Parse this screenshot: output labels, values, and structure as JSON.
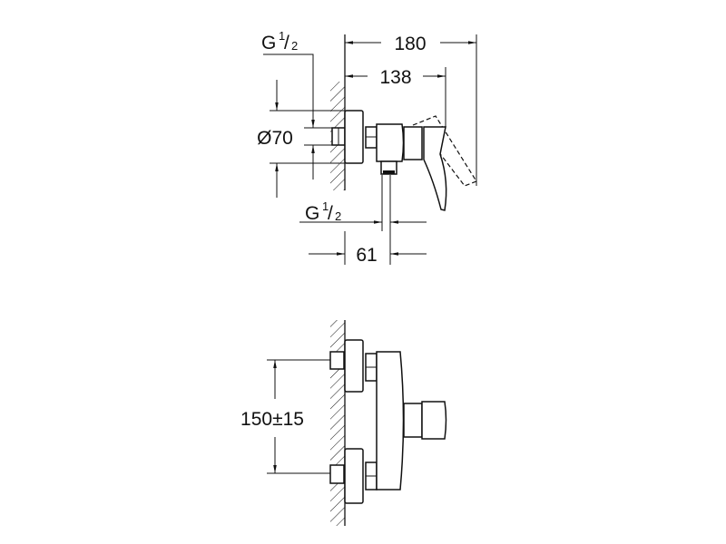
{
  "side_view": {
    "dim_overall": "180",
    "dim_lever": "138",
    "dim_diameter": "Ø70",
    "dim_outlet_offset": "61",
    "thread_inlet": {
      "main": "G",
      "num": "1",
      "den": "2"
    },
    "thread_outlet": {
      "main": "G",
      "num": "1",
      "den": "2"
    }
  },
  "front_view": {
    "dim_centers": "150±15"
  }
}
